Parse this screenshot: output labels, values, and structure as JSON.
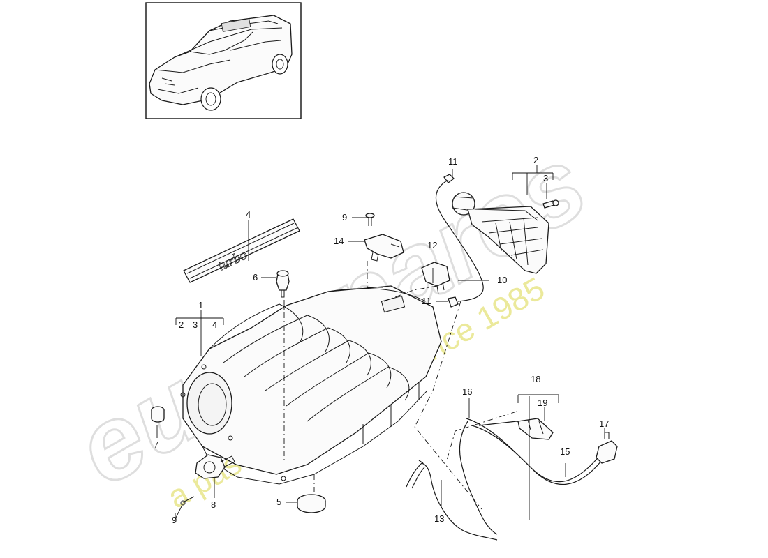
{
  "brand": {
    "watermark_word": "eurospares",
    "watermark_tagline": "a passion for parts since 1985",
    "watermark_color": "#d9d9d9",
    "tagline_color": "#e8e68a"
  },
  "reference_vehicle": {
    "icon": "suv-car-icon"
  },
  "decal_text": "turbo",
  "callouts": {
    "c1": "1",
    "c1_2": "2",
    "c1_3": "3",
    "c1_4": "4",
    "c2": "2",
    "c3": "3",
    "c4": "4",
    "c5": "5",
    "c6": "6",
    "c7": "7",
    "c8": "8",
    "c9a": "9",
    "c9b": "9",
    "c10": "10",
    "c11a": "11",
    "c11b": "11",
    "c12": "12",
    "c13": "13",
    "c14": "14",
    "c15": "15",
    "c16": "16",
    "c17": "17",
    "c18": "18",
    "c19": "19"
  }
}
